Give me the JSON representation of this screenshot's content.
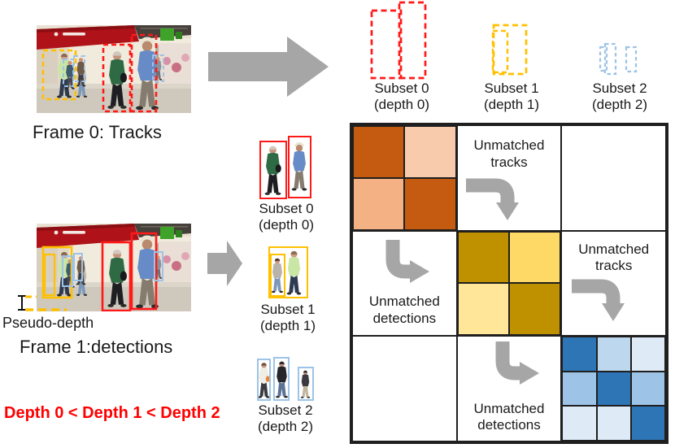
{
  "colors": {
    "red_box": "#FF1A1A",
    "orange_box": "#FFC000",
    "blue_box": "#9DC3E6",
    "arrow_gray": "#A6A6A6",
    "depth_text": "#FF0000",
    "grid_line": "#1F1F1F"
  },
  "frame0": {
    "label": "Frame 0: Tracks"
  },
  "frame1": {
    "label": "Frame 1:detections",
    "pseudo_depth": "Pseudo-depth",
    "depth_order": "Depth 0 < Depth 1 < Depth 2"
  },
  "subsets": [
    {
      "title": "Subset 0",
      "depth": "(depth 0)"
    },
    {
      "title": "Subset 1",
      "depth": "(depth 1)"
    },
    {
      "title": "Subset 2",
      "depth": "(depth 2)"
    }
  ],
  "matrix": {
    "unmatched_tracks": "Unmatched tracks",
    "unmatched_detections": "Unmatched detections",
    "cost_blocks": {
      "depth0": [
        [
          "#C55A11",
          "#F8CBAD"
        ],
        [
          "#F4B183",
          "#C55A11"
        ]
      ],
      "depth1": [
        [
          "#BF9000",
          "#FFD966"
        ],
        [
          "#FFE699",
          "#BF9000"
        ]
      ],
      "depth2": [
        [
          "#2E75B6",
          "#BDD7EE",
          "#DEEBF7"
        ],
        [
          "#9DC3E6",
          "#2E75B6",
          "#9DC3E6"
        ],
        [
          "#DEEBF7",
          "#DEEBF7",
          "#2E75B6"
        ]
      ]
    }
  }
}
